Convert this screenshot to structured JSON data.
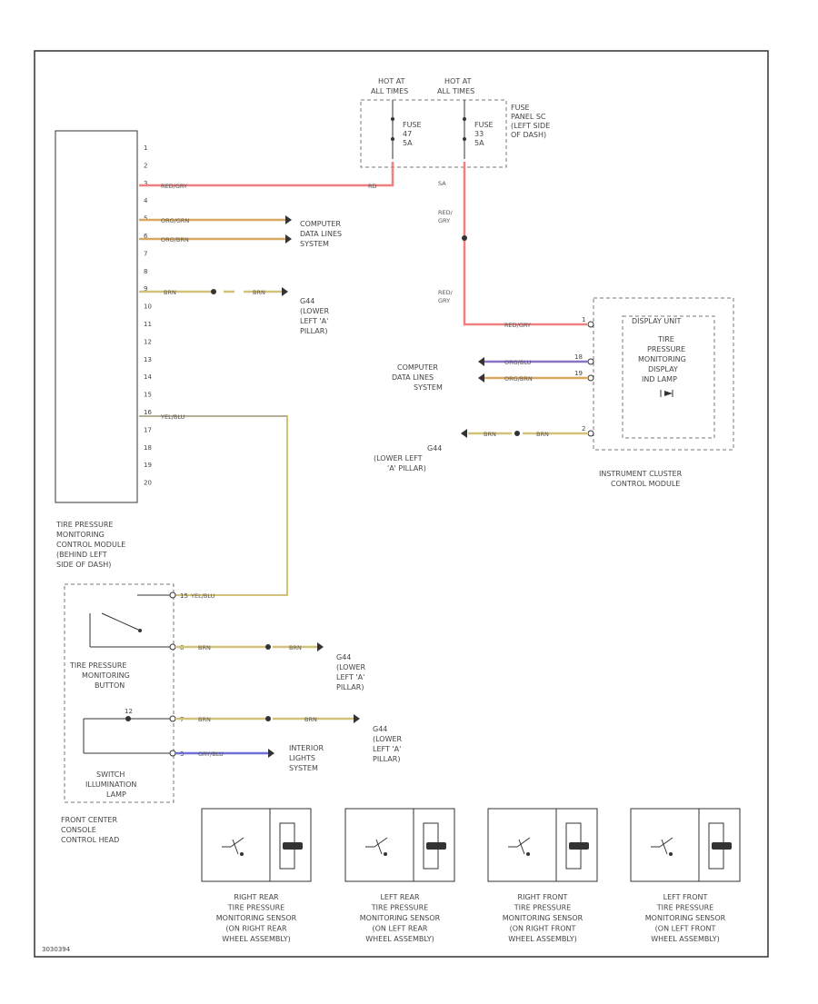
{
  "colors": {
    "red_wire": "#f08080",
    "yellow_wire": "#d4c27a",
    "orange_wire": "#d8a860",
    "blue_wire": "#6f6fd6",
    "violet_wire": "#8a72c4",
    "gray_wire": "#9a9ab0",
    "outline": "#333333",
    "dashed_box": "#777777"
  },
  "power": {
    "hot1": [
      "HOT AT",
      "ALL TIMES"
    ],
    "hot2": [
      "HOT AT",
      "ALL TIMES"
    ],
    "fuse1": [
      "FUSE",
      "47",
      "5A"
    ],
    "fuse2": [
      "FUSE",
      "33",
      "5A"
    ],
    "fuse_panel": [
      "FUSE",
      "PANEL SC",
      "(LEFT SIDE",
      "OF DASH)"
    ],
    "wire_label_f1": "RD",
    "wire_label_f2_a": "SA",
    "wire_label_f2_b": [
      "RED/",
      "GRY"
    ],
    "wire_label_f2_c": [
      "RED/",
      "GRY"
    ]
  },
  "tpm_module": {
    "pins": [
      "1",
      "2",
      "3",
      "4",
      "5",
      "6",
      "7",
      "8",
      "9",
      "10",
      "11",
      "12",
      "13",
      "14",
      "15",
      "16",
      "17",
      "18",
      "19",
      "20"
    ],
    "wire_pin3": "RED/GRY",
    "wire_pin5": "ORG/GRN",
    "wire_pin6": "ORG/BRN",
    "wire_pin9_a": "BRN",
    "wire_pin9_b": "BRN",
    "wire_pin16": "YEL/BLU",
    "label": [
      "TIRE PRESSURE",
      "MONITORING",
      "CONTROL MODULE",
      "(BEHIND LEFT",
      "SIDE OF DASH)"
    ]
  },
  "labels": {
    "computer_data_1": [
      "COMPUTER",
      "DATA LINES",
      "SYSTEM"
    ],
    "g44_1": [
      "G44",
      "(LOWER",
      "LEFT 'A'",
      "PILLAR)"
    ],
    "computer_data_2": [
      "COMPUTER",
      "DATA LINES",
      "SYSTEM"
    ],
    "g44_2": [
      "G44",
      "(LOWER LEFT",
      "'A' PILLAR)"
    ],
    "g44_3": [
      "G44",
      "(LOWER",
      "LEFT 'A'",
      "PILLAR)"
    ],
    "g44_4": [
      "G44",
      "(LOWER",
      "LEFT 'A'",
      "PILLAR)"
    ],
    "interior_lights": [
      "INTERIOR",
      "LIGHTS",
      "SYSTEM"
    ]
  },
  "cluster": {
    "display_unit": "DISPLAY UNIT",
    "warning": [
      "TIRE",
      "PRESSURE",
      "MONITORING",
      "DISPLAY",
      "IND LAMP"
    ],
    "label": [
      "INSTRUMENT CLUSTER",
      "CONTROL MODULE"
    ],
    "wire_red": "RED/GRY",
    "wire_org1": "ORG/BLU",
    "wire_org2": "ORG/BRN",
    "wire_brn_a": "BRN",
    "wire_brn_b": "BRN",
    "pin_red": "1",
    "pin_org1": "18",
    "pin_org2": "19",
    "pin_brn": "2"
  },
  "control_head": {
    "wire_yel": "YEL/BLU",
    "wire_brn1_a": "BRN",
    "wire_brn1_b": "BRN",
    "wire_brn2_a": "BRN",
    "wire_brn2_b": "BRN",
    "wire_gry": "GRY/BLU",
    "pin_top": "15",
    "pin_mid": "8",
    "pin_low": "7",
    "pin_bot": "3",
    "pin_12": "12",
    "button_label": [
      "TIRE PRESSURE",
      "MONITORING",
      "BUTTON"
    ],
    "lamp_label": [
      "SWITCH",
      "ILLUMINATION",
      "LAMP"
    ],
    "head_label": [
      "FRONT CENTER",
      "CONSOLE",
      "CONTROL HEAD"
    ]
  },
  "sensors": [
    {
      "label": [
        "RIGHT REAR",
        "TIRE PRESSURE",
        "MONITORING SENSOR",
        "(ON RIGHT REAR",
        "WHEEL ASSEMBLY)"
      ]
    },
    {
      "label": [
        "LEFT REAR",
        "TIRE PRESSURE",
        "MONITORING SENSOR",
        "(ON LEFT REAR",
        "WHEEL ASSEMBLY)"
      ]
    },
    {
      "label": [
        "RIGHT FRONT",
        "TIRE PRESSURE",
        "MONITORING SENSOR",
        "(ON RIGHT FRONT",
        "WHEEL ASSEMBLY)"
      ]
    },
    {
      "label": [
        "LEFT FRONT",
        "TIRE PRESSURE",
        "MONITORING SENSOR",
        "(ON LEFT FRONT",
        "WHEEL ASSEMBLY)"
      ]
    }
  ],
  "footer_code": "3030394"
}
